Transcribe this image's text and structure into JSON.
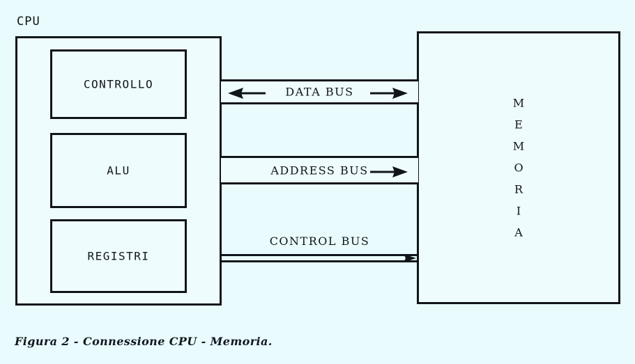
{
  "figure": {
    "caption": "Figura 2 - Connessione CPU - Memoria.",
    "background_color": "#e9fbfd",
    "ink_color": "#10151c"
  },
  "cpu": {
    "label": "CPU",
    "blocks": [
      {
        "name": "controllo",
        "label": "CONTROLLO"
      },
      {
        "name": "alu",
        "label": "ALU"
      },
      {
        "name": "registri",
        "label": "REGISTRI"
      }
    ]
  },
  "memory": {
    "label": "MEMORIA",
    "letters": [
      "M",
      "E",
      "M",
      "O",
      "R",
      "I",
      "A"
    ]
  },
  "buses": [
    {
      "name": "data-bus",
      "label": "DATA BUS",
      "direction": "bidirectional",
      "arrow_left": true,
      "arrow_right": true,
      "style": "band"
    },
    {
      "name": "address-bus",
      "label": "ADDRESS BUS",
      "direction": "cpu-to-memory",
      "arrow_left": false,
      "arrow_right": true,
      "style": "band"
    },
    {
      "name": "control-bus",
      "label": "CONTROL BUS",
      "direction": "cpu-to-memory",
      "arrow_left": false,
      "arrow_right": true,
      "style": "double-line"
    }
  ]
}
